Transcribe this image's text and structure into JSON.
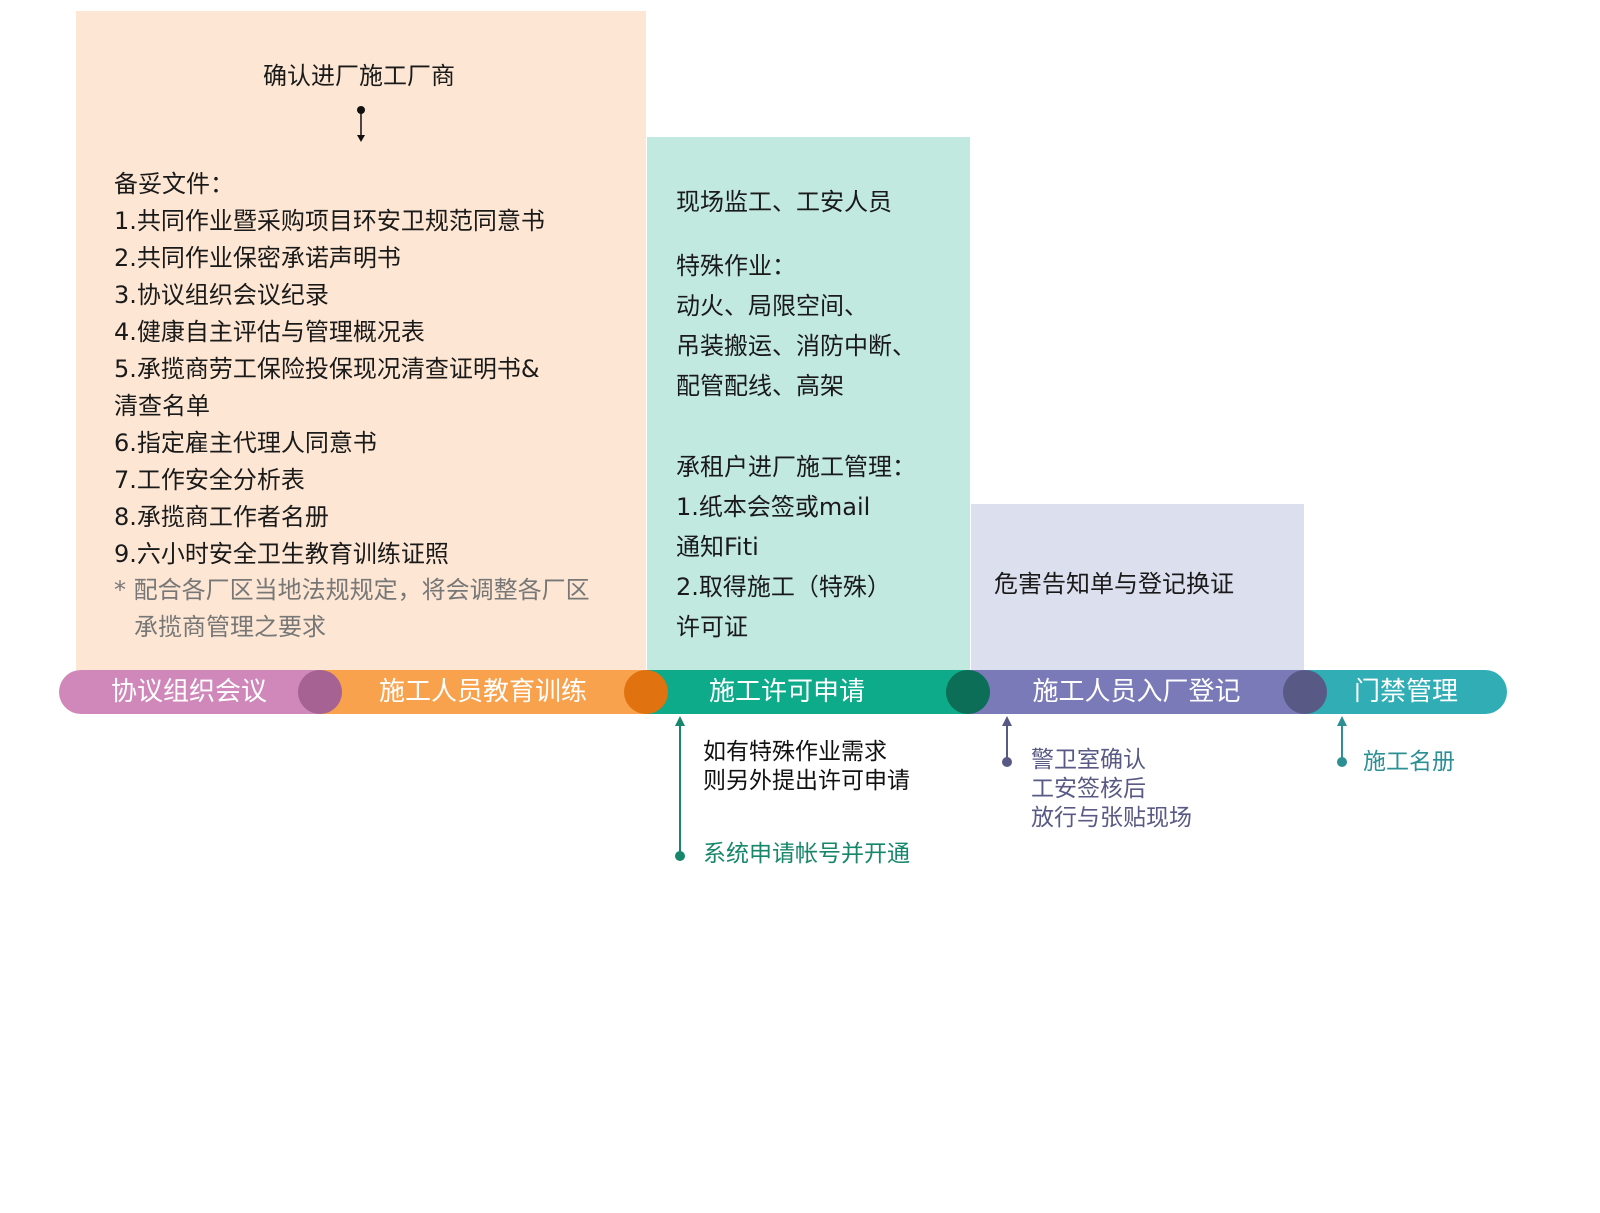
{
  "colors": {
    "orange_bg": "#fde7d4",
    "teal_bg": "#c2e9e0",
    "lavender_bg": "#dcdfee",
    "pink": "#d088bb",
    "orange": "#f9a24d",
    "green": "#0eab8a",
    "purple": "#7a7ab8",
    "teal": "#30adb5"
  },
  "box1": {
    "title": "确认进厂施工厂商",
    "heading": "备妥文件：",
    "items": [
      "1.共同作业暨采购项目环安卫规范同意书",
      "2.共同作业保密承诺声明书",
      "3.协议组织会议纪录",
      "4.健康自主评估与管理概况表",
      "5.承揽商劳工保险投保现况清查证明书&",
      "清查名单",
      "6.指定雇主代理人同意书",
      "7.工作安全分析表",
      "8.承揽商工作者名册",
      "9.六小时安全卫生教育训练证照"
    ],
    "note": [
      "* 配合各厂区当地法规规定，将会调整各厂区",
      "承揽商管理之要求"
    ]
  },
  "box2": {
    "lines": [
      "现场监工、工安人员",
      "特殊作业：",
      "动火、局限空间、",
      "吊装搬运、消防中断、",
      "配管配线、高架",
      "承租户进厂施工管理：",
      "1.纸本会签或mail",
      "通知Fiti",
      "2.取得施工（特殊）",
      "许可证"
    ]
  },
  "box3": {
    "text": "危害告知单与登记换证"
  },
  "timeline": [
    "协议组织会议",
    "施工人员教育训练",
    "施工许可申请",
    "施工人员入厂登记",
    "门禁管理"
  ],
  "notes": {
    "permit_black": [
      "如有特殊作业需求",
      "则另外提出许可申请"
    ],
    "permit_green": "系统申请帐号并开通",
    "registration": [
      "警卫室确认",
      "工安签核后",
      "放行与张贴现场"
    ],
    "access": "施工名册"
  }
}
